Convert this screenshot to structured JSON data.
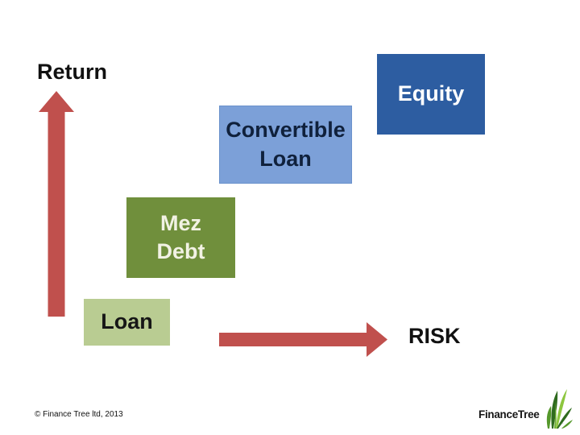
{
  "diagram": {
    "y_axis_label": "Return",
    "x_axis_label": "RISK",
    "arrow_color": "#C0504D",
    "boxes": [
      {
        "id": "loan",
        "lines": [
          "Loan"
        ],
        "fill": "#B9CC92",
        "text_color": "#161616"
      },
      {
        "id": "mez-debt",
        "lines": [
          "Mez",
          "Debt"
        ],
        "fill": "#708F3C",
        "text_color": "#F2F2E4"
      },
      {
        "id": "convertible-loan",
        "lines": [
          "Convertible",
          "Loan"
        ],
        "fill": "#7CA0D8",
        "text_color": "#10213C"
      },
      {
        "id": "equity",
        "lines": [
          "Equity"
        ],
        "fill": "#2D5DA1",
        "text_color": "#FFFFFF"
      }
    ]
  },
  "footer": {
    "copyright": "© Finance Tree ltd, 2013"
  },
  "logo": {
    "text": "FinanceTree",
    "mark": ".",
    "grass_colors": [
      "#2F6B1F",
      "#55982B",
      "#8DC63F",
      "#6FAE35"
    ]
  }
}
